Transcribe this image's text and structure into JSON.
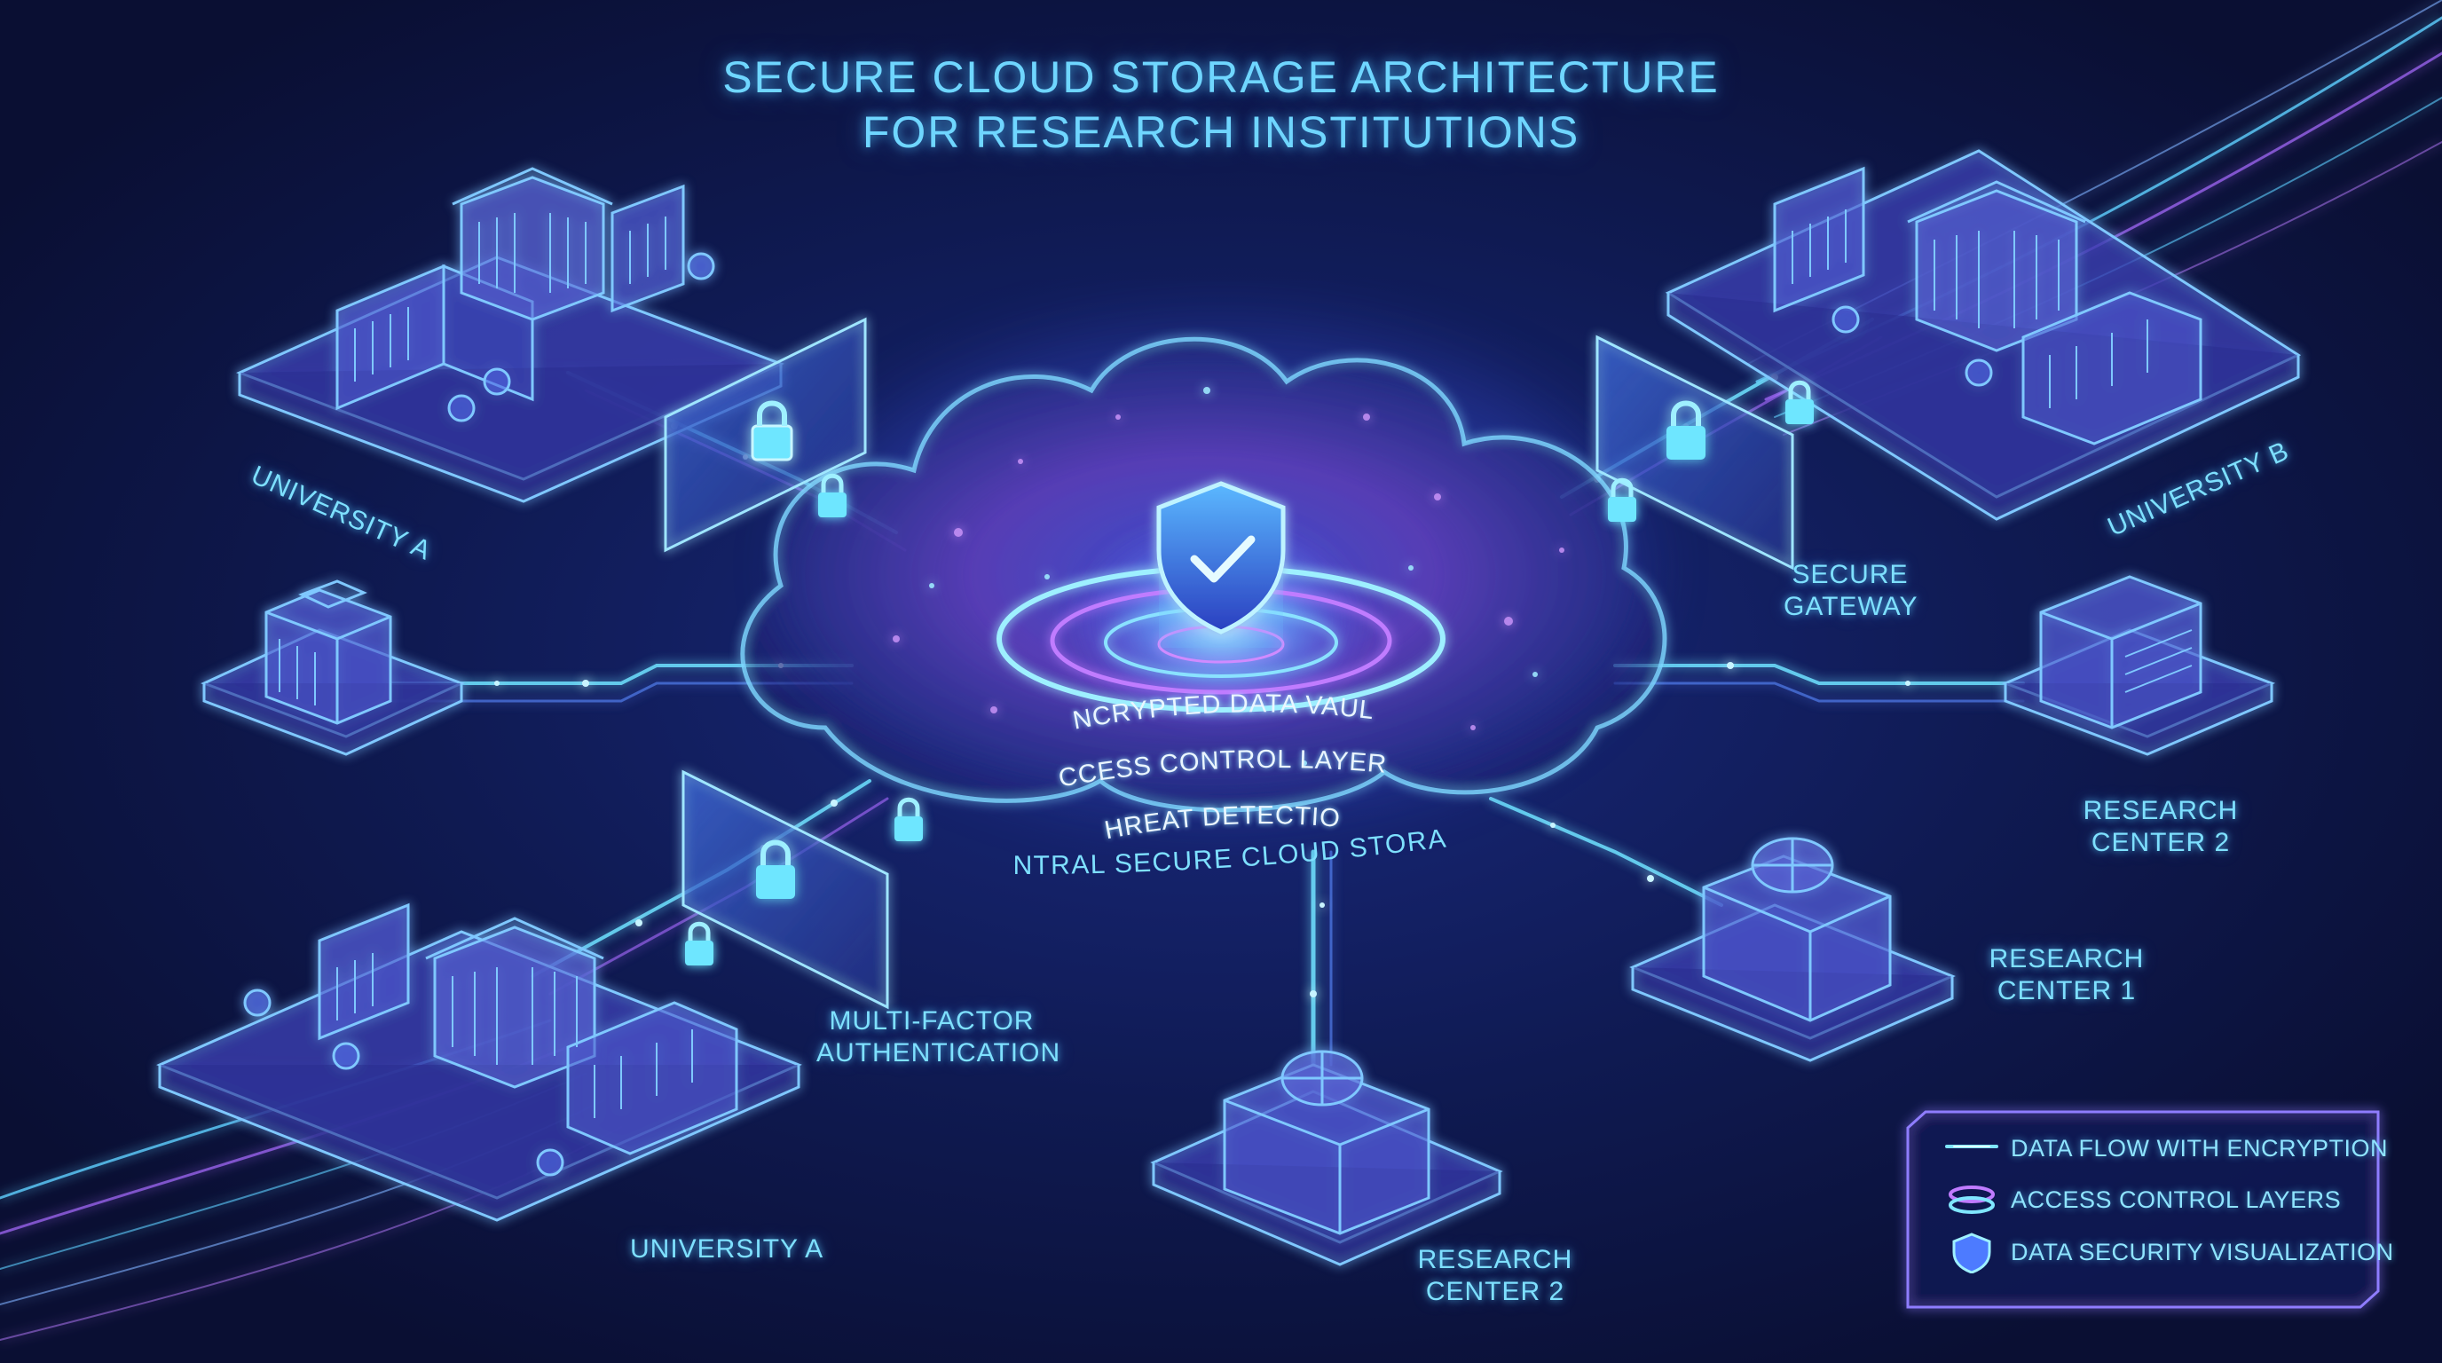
{
  "title": {
    "line1": "SECURE CLOUD STORAGE ARCHITECTURE",
    "line2": "FOR RESEARCH INSTITUTIONS"
  },
  "cloud": {
    "layers": [
      "ENCRYPTED DATA VAULT",
      "ACCESS CONTROL LAYERS",
      "THREAT DETECTION"
    ],
    "caption": "CENTRAL SECURE CLOUD STORAGE"
  },
  "nodes": {
    "university_a_top": "UNIVERSITY A",
    "university_b": "UNIVERSITY B",
    "secure_gateway": {
      "line1": "SECURE",
      "line2": "GATEWAY"
    },
    "research_center_2_right": {
      "line1": "RESEARCH",
      "line2": "CENTER 2"
    },
    "research_center_1": {
      "line1": "RESEARCH",
      "line2": "CENTER 1"
    },
    "research_center_2_bottom": {
      "line1": "RESEARCH",
      "line2": "CENTER 2"
    },
    "university_a_bottom": "UNIVERSITY A",
    "mfa": {
      "line1": "MULTI-FACTOR",
      "line2": "AUTHENTICATION"
    }
  },
  "legend": {
    "items": [
      {
        "icon": "data-flow-line-icon",
        "label": "DATA FLOW WITH ENCRYPTION"
      },
      {
        "icon": "access-layers-icon",
        "label": "ACCESS CONTROL LAYERS"
      },
      {
        "icon": "shield-icon",
        "label": "DATA SECURITY VISUALIZATION"
      }
    ]
  },
  "colors": {
    "background": "#0b1238",
    "cyan": "#6fd6ff",
    "blue": "#4e7dff",
    "magenta": "#c05cff"
  }
}
